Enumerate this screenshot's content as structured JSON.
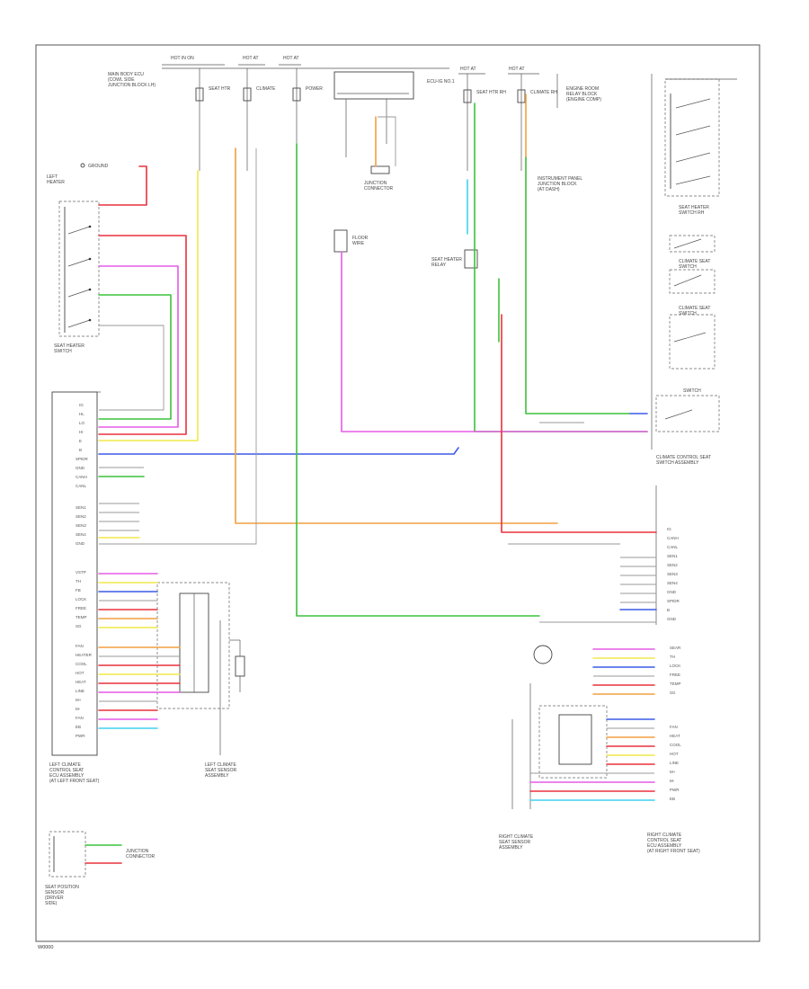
{
  "colors": {
    "red": "#e8323c",
    "green": "#3cc23c",
    "lime": "#8fdc40",
    "blue": "#3c5ae8",
    "magenta": "#e65ae6",
    "yellow": "#f0e84a",
    "orange": "#f0a040",
    "cyan": "#40d0f0",
    "gray": "#9a9a9a"
  },
  "diagram": {
    "footer_code": "W0000",
    "labels": {
      "left_bottom_module": "LEFT CLIMATE\nCONTROL SEAT\nECU ASSEMBLY\n(AT LEFT FRONT SEAT)",
      "left_sensor": "LEFT CLIMATE\nSEAT SENSOR",
      "right_module": "RIGHT CLIMATE\nCONTROL SEAT\nECU ASSEMBLY\n(AT RIGHT FRONT SEAT)",
      "right_sensor": "RIGHT CLIMATE\nSEAT SENSOR",
      "left_switch": "SEAT HEATER\nSWITCH",
      "right_switch_assy": "CLIMATE CONTROL SEAT\nSWITCH ASSEMBLY",
      "bottom_left_sensor": "SEAT POSITION\nSENSOR"
    }
  }
}
